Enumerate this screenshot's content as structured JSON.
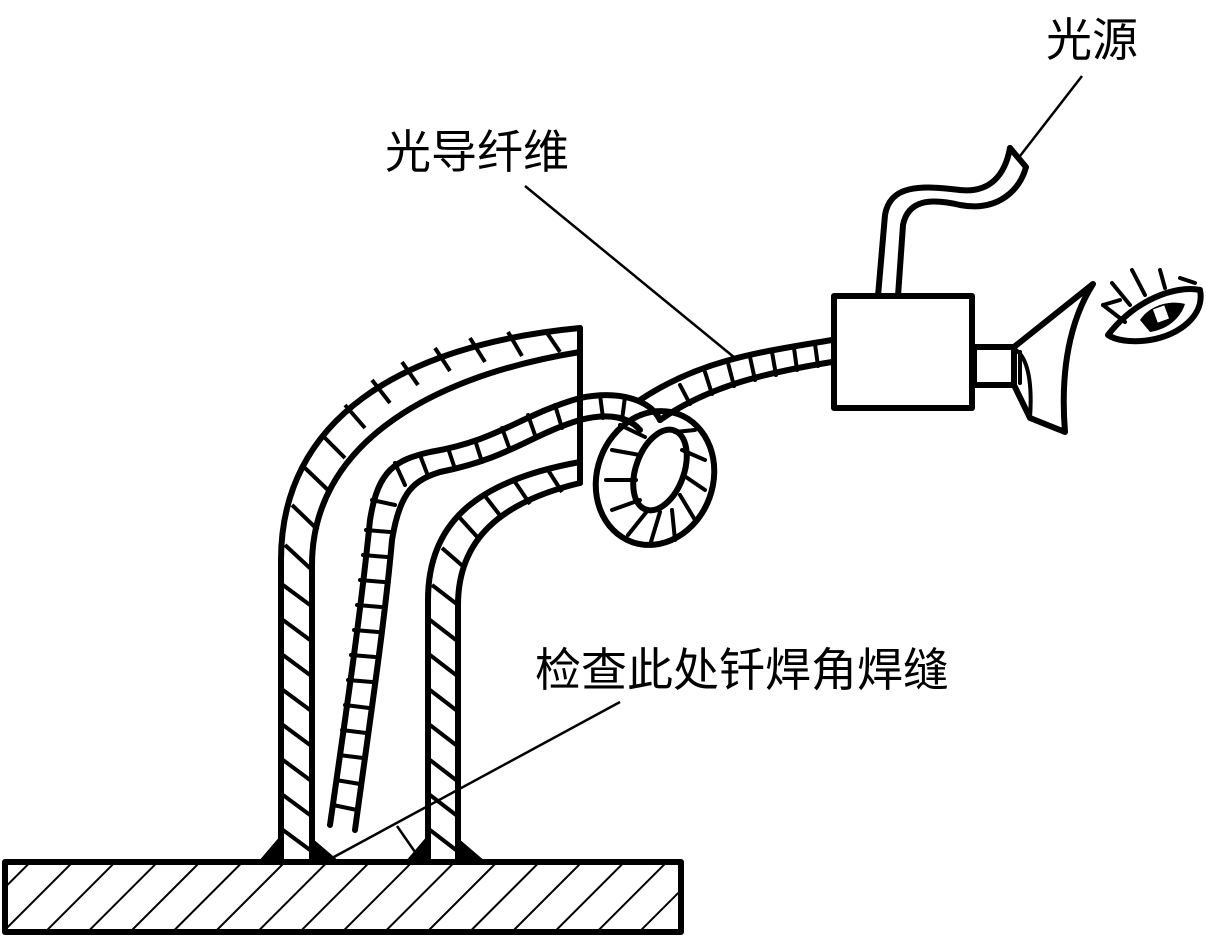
{
  "diagram": {
    "title": "光导纤维检查钎焊角焊缝示意图",
    "colors": {
      "ink": "#000000",
      "background": "#ffffff"
    },
    "labels": {
      "light_source": "光源",
      "optical_fiber": "光导纤维",
      "inspect_point": "检查此处钎焊角焊缝"
    },
    "components": [
      {
        "id": "base-plate",
        "name": "底板（剖面线）"
      },
      {
        "id": "bent-tube",
        "name": "弯管（剖面线）"
      },
      {
        "id": "fiber-probe",
        "name": "光导纤维探头"
      },
      {
        "id": "fillet-welds",
        "name": "钎焊角焊缝"
      },
      {
        "id": "light-source-cable",
        "name": "光源线缆"
      },
      {
        "id": "viewer-box",
        "name": "观察器"
      },
      {
        "id": "eyepiece",
        "name": "目镜"
      },
      {
        "id": "eye",
        "name": "眼睛"
      }
    ]
  }
}
